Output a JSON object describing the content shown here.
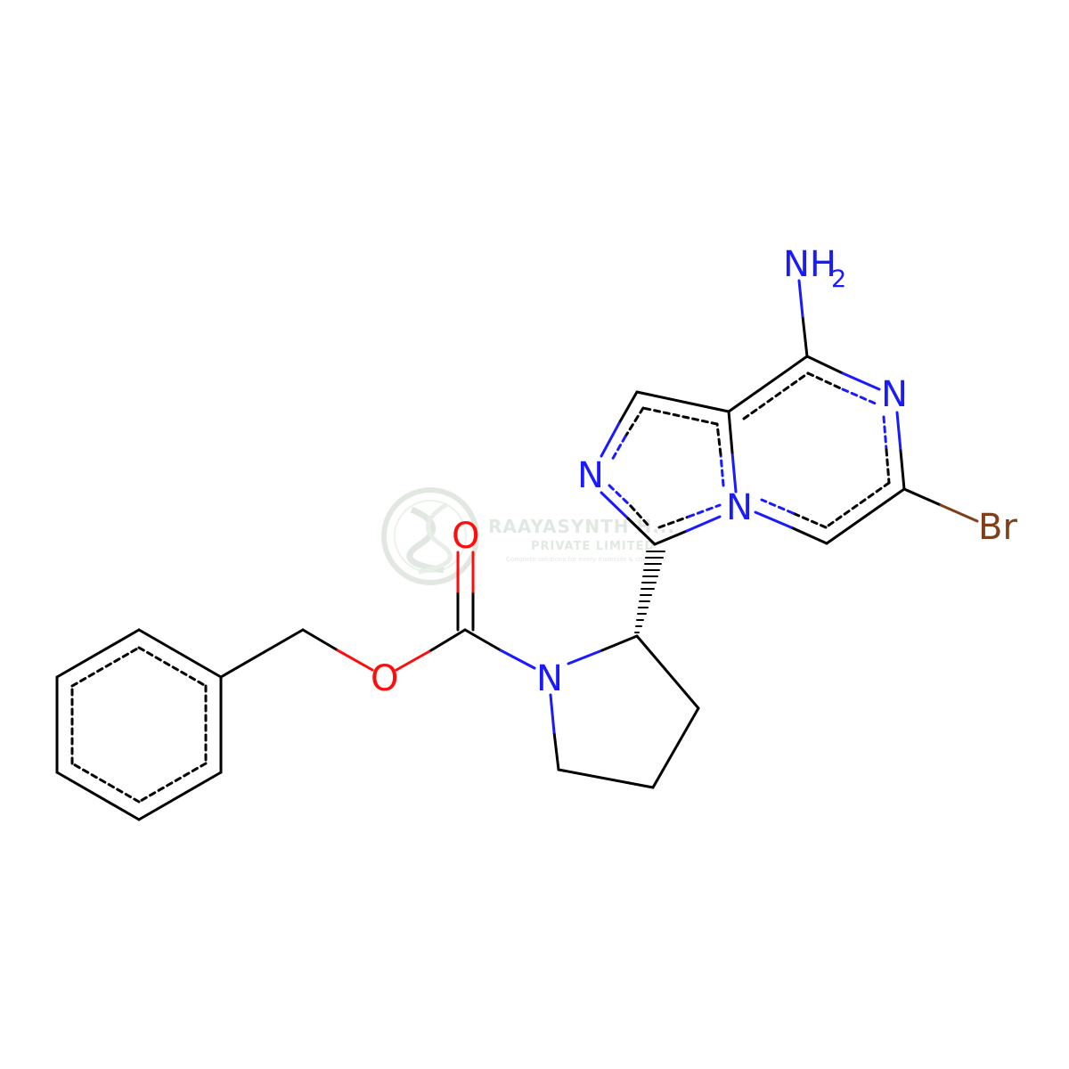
{
  "colors": {
    "carbon": "#000000",
    "nitrogen": "#1a1aff",
    "oxygen": "#ff0d0d",
    "bromine": "#7f3f1a",
    "background": "#ffffff",
    "watermark": "#c9d6c9"
  },
  "atoms": {
    "amine_n": "NH",
    "amine_sub": "2",
    "pyrazine_n": "N",
    "imidazole_n": "N",
    "bridge_n": "N",
    "bromine": "Br",
    "carbonyl_o": "O",
    "ester_o": "O",
    "pyrrolidine_n": "N"
  },
  "watermark": {
    "company": "RAAYASYNTH H...",
    "subtitle": "PRIVATE LIMITED",
    "tagline": "Complete solutions for every molecule & chemistry"
  }
}
